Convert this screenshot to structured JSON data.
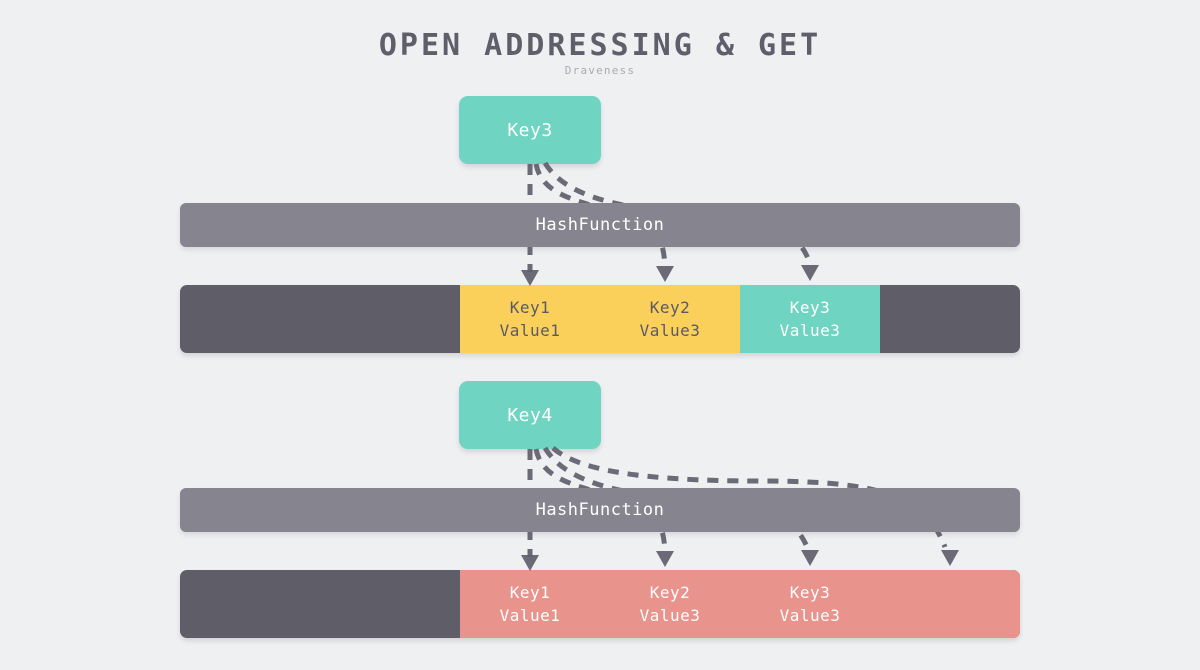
{
  "header": {
    "title": "OPEN ADDRESSING & GET",
    "subtitle": "Draveness"
  },
  "colors": {
    "background": "#eff0f2",
    "key_box": "#6fd4c2",
    "hash_bar": "#85848f",
    "bucket_empty": "#5e5d68",
    "occupied_yellow": "#facf5a",
    "match_teal": "#6fd4c2",
    "probe_salmon": "#e8938c",
    "text_dark": "#5a5a66",
    "text_light": "#ffffff",
    "arrow": "#5f5e6b"
  },
  "sections": [
    {
      "name": "get-key3",
      "key_box_label": "Key3",
      "hash_function_label": "HashFunction",
      "bucket_cells": [
        {
          "type": "empty",
          "key": "",
          "value": ""
        },
        {
          "type": "occupied",
          "key": "Key1",
          "value": "Value1"
        },
        {
          "type": "occupied",
          "key": "Key2",
          "value": "Value3"
        },
        {
          "type": "match",
          "key": "Key3",
          "value": "Value3"
        },
        {
          "type": "empty",
          "key": "",
          "value": ""
        }
      ],
      "probe_count": 3
    },
    {
      "name": "get-key4",
      "key_box_label": "Key4",
      "hash_function_label": "HashFunction",
      "bucket_cells": [
        {
          "type": "empty",
          "key": "",
          "value": ""
        },
        {
          "type": "probed",
          "key": "Key1",
          "value": "Value1"
        },
        {
          "type": "probed",
          "key": "Key2",
          "value": "Value3"
        },
        {
          "type": "probed",
          "key": "Key3",
          "value": "Value3"
        },
        {
          "type": "probed",
          "key": "",
          "value": ""
        }
      ],
      "probe_count": 4
    }
  ]
}
